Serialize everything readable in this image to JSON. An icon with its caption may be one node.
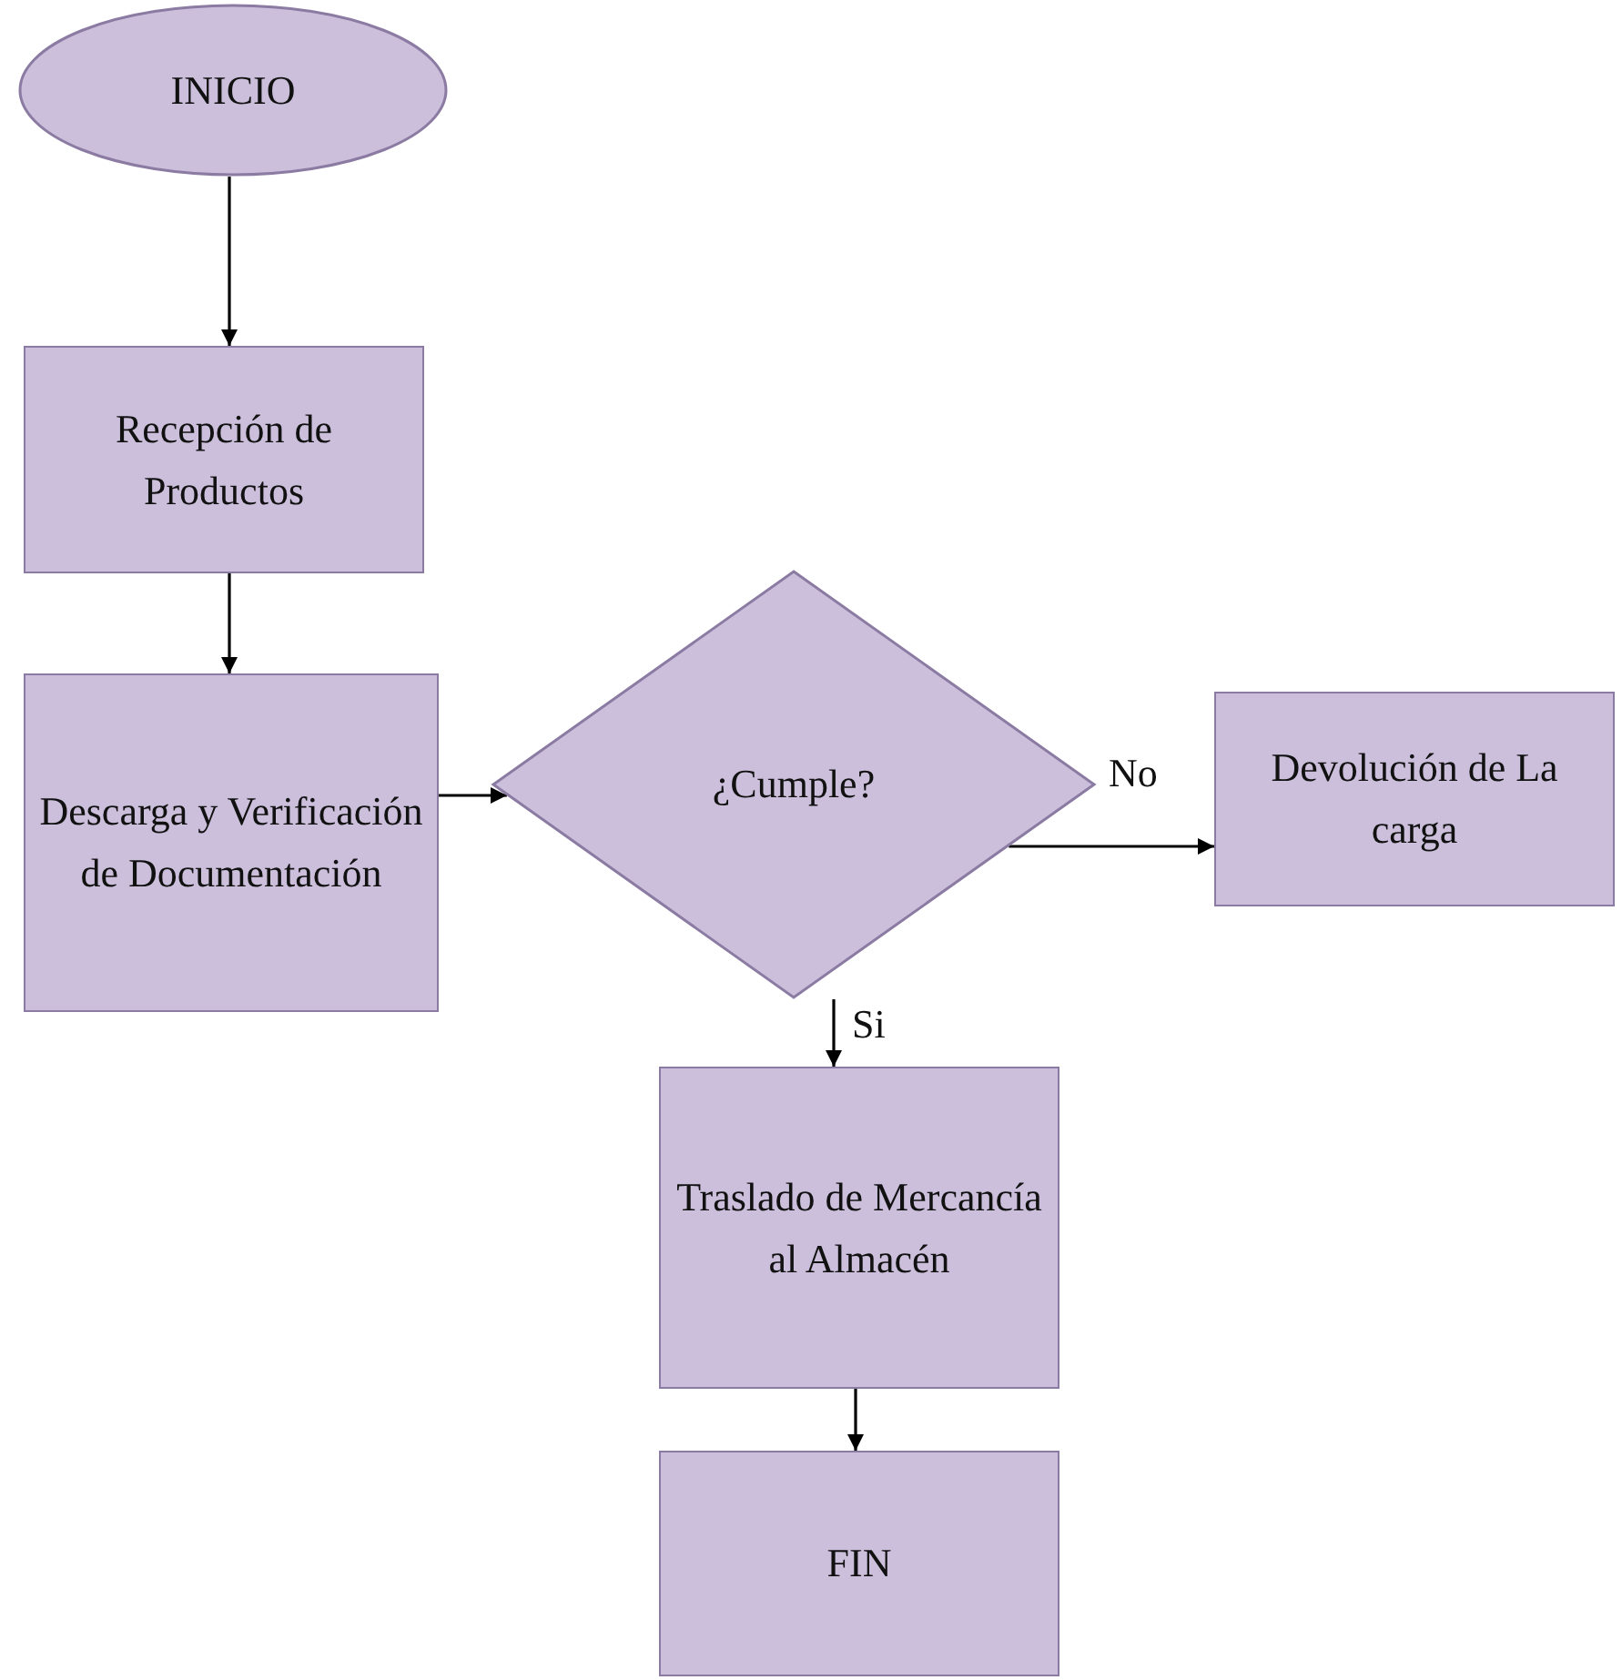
{
  "diagram": {
    "nodes": [
      {
        "text": [
          "INICIO"
        ]
      },
      {
        "text": [
          "Recepción de Productos"
        ]
      },
      {
        "text": [
          "Descarga y Verificación de Documentación"
        ]
      },
      {
        "text": [
          "¿Cumple?"
        ]
      },
      {
        "text": [
          "Devolución de La carga"
        ]
      },
      {
        "text": [
          "Traslado de Mercancía al Almacén"
        ]
      },
      {
        "text": [
          "FIN"
        ]
      }
    ],
    "edges": [
      {
        "from": 0,
        "to": 1,
        "arrow": "to"
      },
      {
        "from": 1,
        "to": 2,
        "arrow": "to"
      },
      {
        "from": 2,
        "to": 3,
        "arrow": "to"
      },
      {
        "from": 3,
        "to": 4,
        "arrow": "to",
        "label": "No"
      },
      {
        "from": 3,
        "to": 5,
        "arrow": "to",
        "label": "Si"
      },
      {
        "from": 5,
        "to": 6,
        "arrow": "to"
      }
    ]
  }
}
